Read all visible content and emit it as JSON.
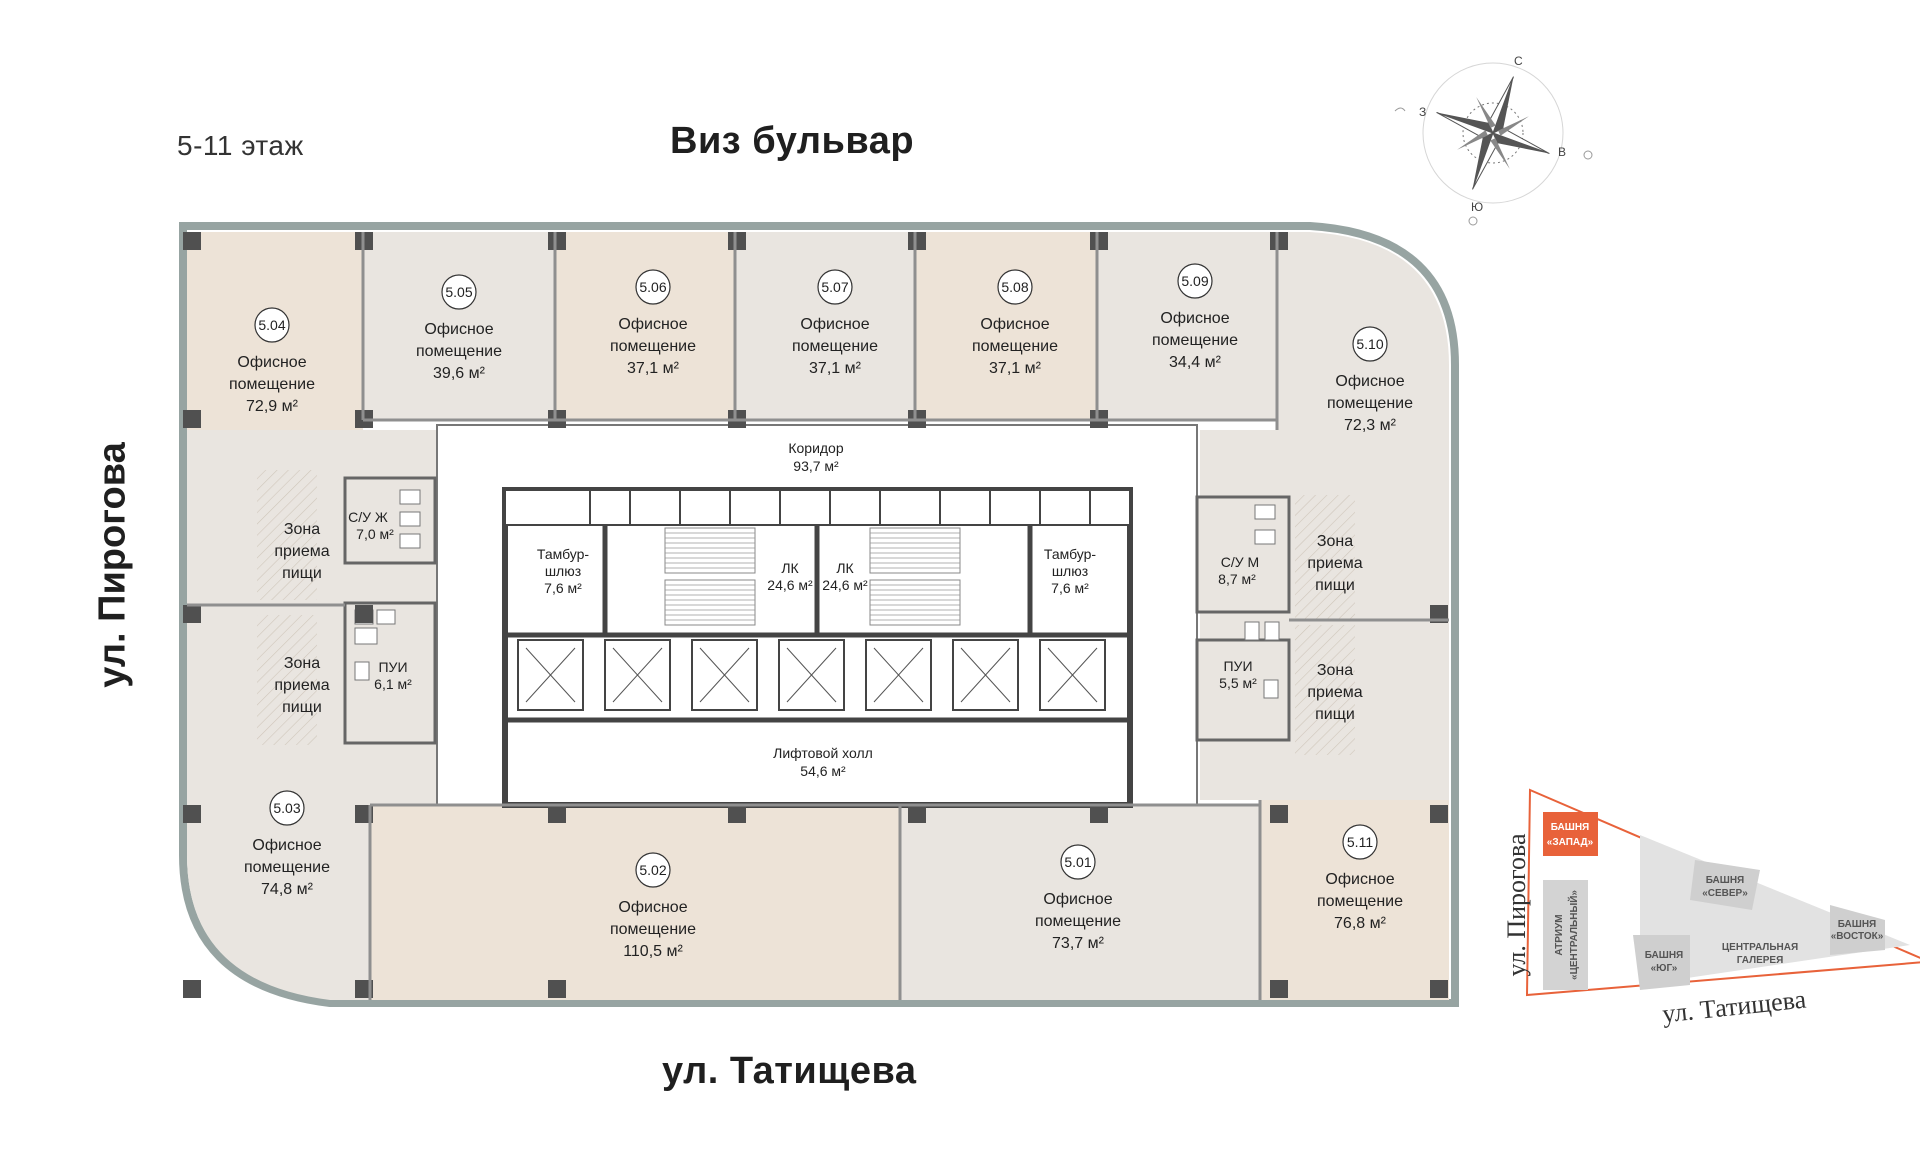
{
  "floor_label": "5-11 этаж",
  "streets": {
    "top": "Виз бульвар",
    "bottom": "ул. Татищева",
    "left": "ул. Пирогова"
  },
  "compass": {
    "n": "С",
    "s": "Ю",
    "w": "З",
    "e": "В"
  },
  "rooms": [
    {
      "id": "5.04",
      "l1": "Офисное",
      "l2": "помещение",
      "area": "72,9 м²",
      "color": "#ede3d7"
    },
    {
      "id": "5.05",
      "l1": "Офисное",
      "l2": "помещение",
      "area": "39,6 м²",
      "color": "#e9e5e0"
    },
    {
      "id": "5.06",
      "l1": "Офисное",
      "l2": "помещение",
      "area": "37,1 м²",
      "color": "#ede3d7"
    },
    {
      "id": "5.07",
      "l1": "Офисное",
      "l2": "помещение",
      "area": "37,1 м²",
      "color": "#e9e5e0"
    },
    {
      "id": "5.08",
      "l1": "Офисное",
      "l2": "помещение",
      "area": "37,1 м²",
      "color": "#ede3d7"
    },
    {
      "id": "5.09",
      "l1": "Офисное",
      "l2": "помещение",
      "area": "34,4 м²",
      "color": "#e9e5e0"
    },
    {
      "id": "5.10",
      "l1": "Офисное",
      "l2": "помещение",
      "area": "72,3 м²",
      "color": "#e9e5e0"
    },
    {
      "id": "5.03",
      "l1": "Офисное",
      "l2": "помещение",
      "area": "74,8 м²",
      "color": "#e9e5e0"
    },
    {
      "id": "5.02",
      "l1": "Офисное",
      "l2": "помещение",
      "area": "110,5 м²",
      "color": "#ede3d7"
    },
    {
      "id": "5.01",
      "l1": "Офисное",
      "l2": "помещение",
      "area": "73,7 м²",
      "color": "#e9e5e0"
    },
    {
      "id": "5.11",
      "l1": "Офисное",
      "l2": "помещение",
      "area": "76,8 м²",
      "color": "#ede3d7"
    }
  ],
  "zones": {
    "food": {
      "l1": "Зона",
      "l2": "приема",
      "l3": "пищи"
    },
    "corridor": {
      "name": "Коридор",
      "area": "93,7 м²"
    },
    "lift_hall": {
      "name": "Лифтовой холл",
      "area": "54,6 м²"
    },
    "lk": {
      "name": "ЛК",
      "area": "24,6 м²"
    },
    "tambur": {
      "l1": "Тамбур-",
      "l2": "шлюз",
      "area": "7,6 м²"
    },
    "wc_f": {
      "name": "С/У Ж",
      "area": "7,0 м²"
    },
    "wc_m": {
      "name": "С/У М",
      "area": "8,7 м²"
    },
    "pui_left": {
      "name": "ПУИ",
      "area": "6,1 м²"
    },
    "pui_right": {
      "name": "ПУИ",
      "area": "5,5 м²"
    }
  },
  "site_plan": {
    "zapad_l1": "БАШНЯ",
    "zapad_l2": "«ЗАПАД»",
    "sever_l1": "БАШНЯ",
    "sever_l2": "«СЕВЕР»",
    "yug_l1": "БАШНЯ",
    "yug_l2": "«ЮГ»",
    "vostok_l1": "БАШНЯ",
    "vostok_l2": "«ВОСТОК»",
    "gallery_l1": "ЦЕНТРАЛЬНАЯ",
    "gallery_l2": "ГАЛЕРЕЯ",
    "atrium_l1": "АТРИУМ",
    "atrium_l2": "«ЦЕНТРАЛЬНЫЙ»",
    "street_left": "ул. Пирогова",
    "street_bottom": "ул. Татищева",
    "highlight_color": "#e8623a"
  }
}
